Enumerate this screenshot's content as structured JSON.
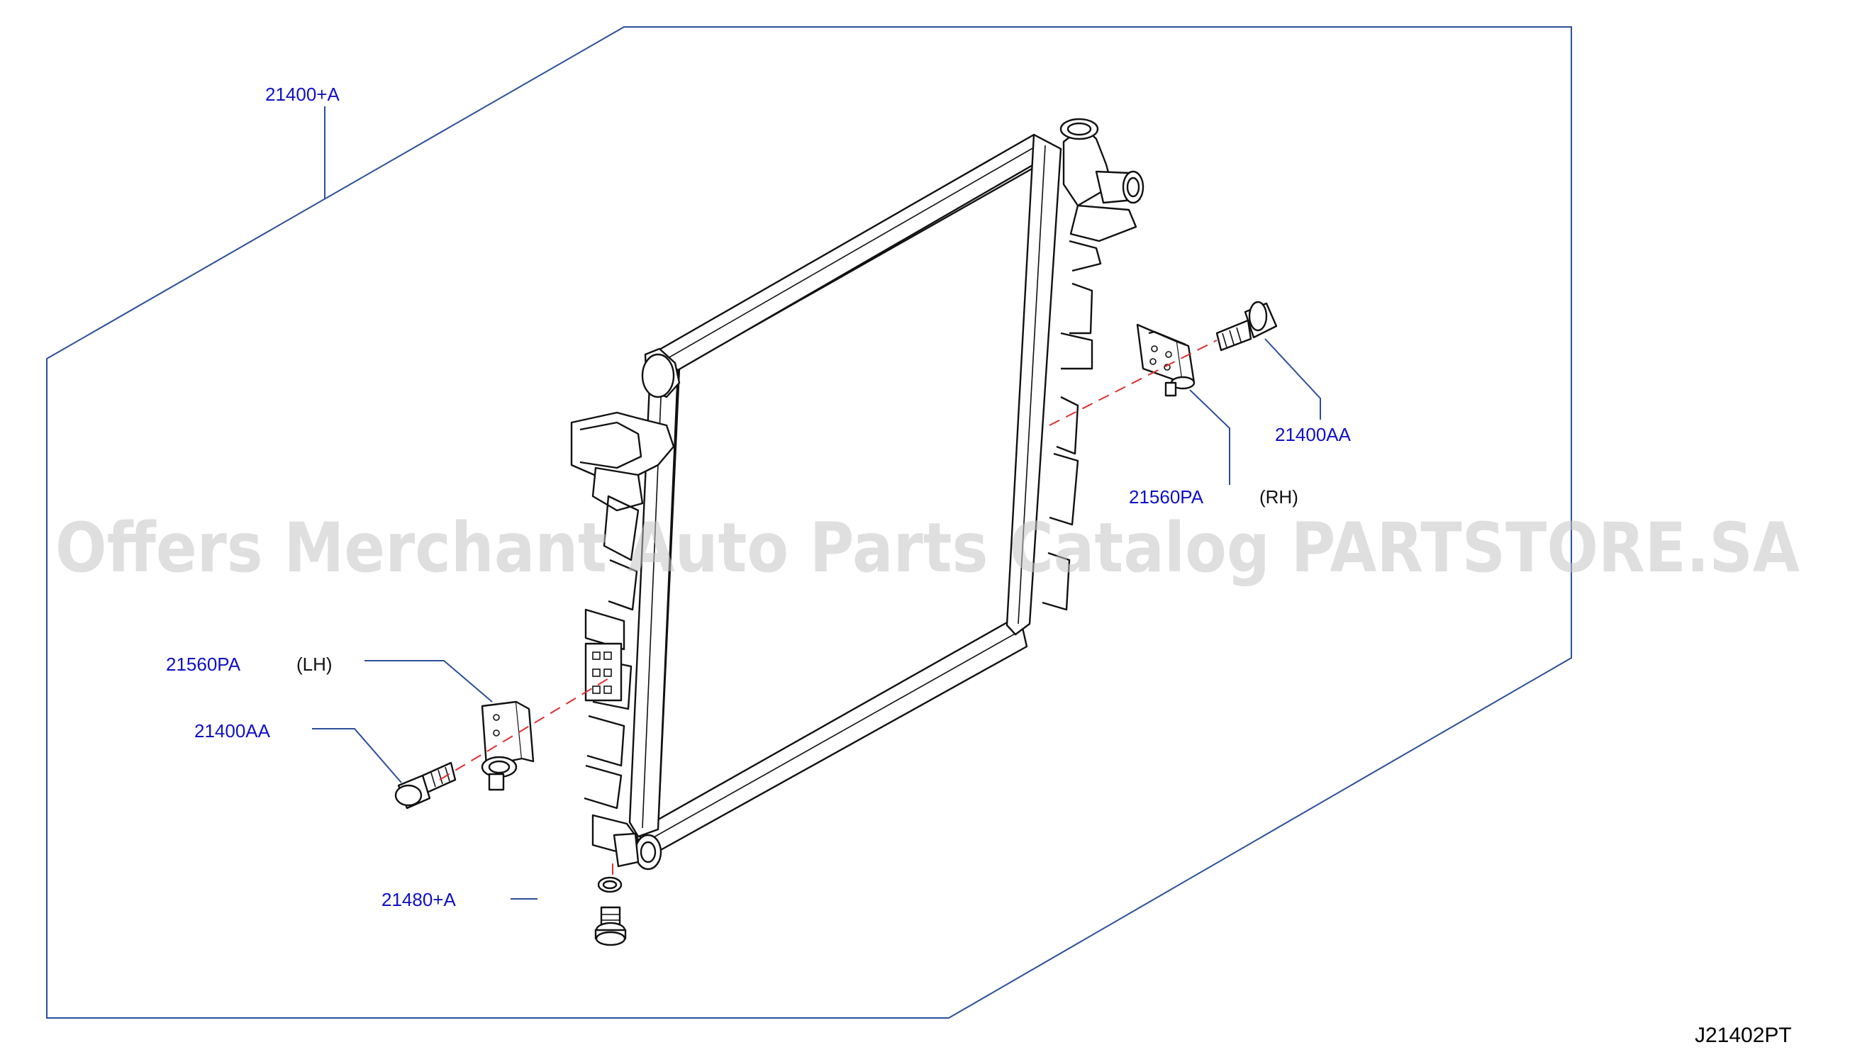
{
  "callouts": {
    "radiator": "21400+A",
    "bolt_rh": "21400AA",
    "bracket_rh": "21560PA",
    "bracket_rh_side": "(RH)",
    "bracket_lh": "21560PA",
    "bracket_lh_side": "(LH)",
    "bolt_lh": "21400AA",
    "drain_plug": "21480+A"
  },
  "diagram_code": "J21402PT",
  "watermark": "Offers Merchant Auto Parts Catalog PARTSTORE.SA",
  "colors": {
    "part_number": "#1010c8",
    "frame_line": "#2a4f9a",
    "centerline": "#e03030",
    "drawing": "#111111",
    "watermark": "#c4c4c4"
  }
}
